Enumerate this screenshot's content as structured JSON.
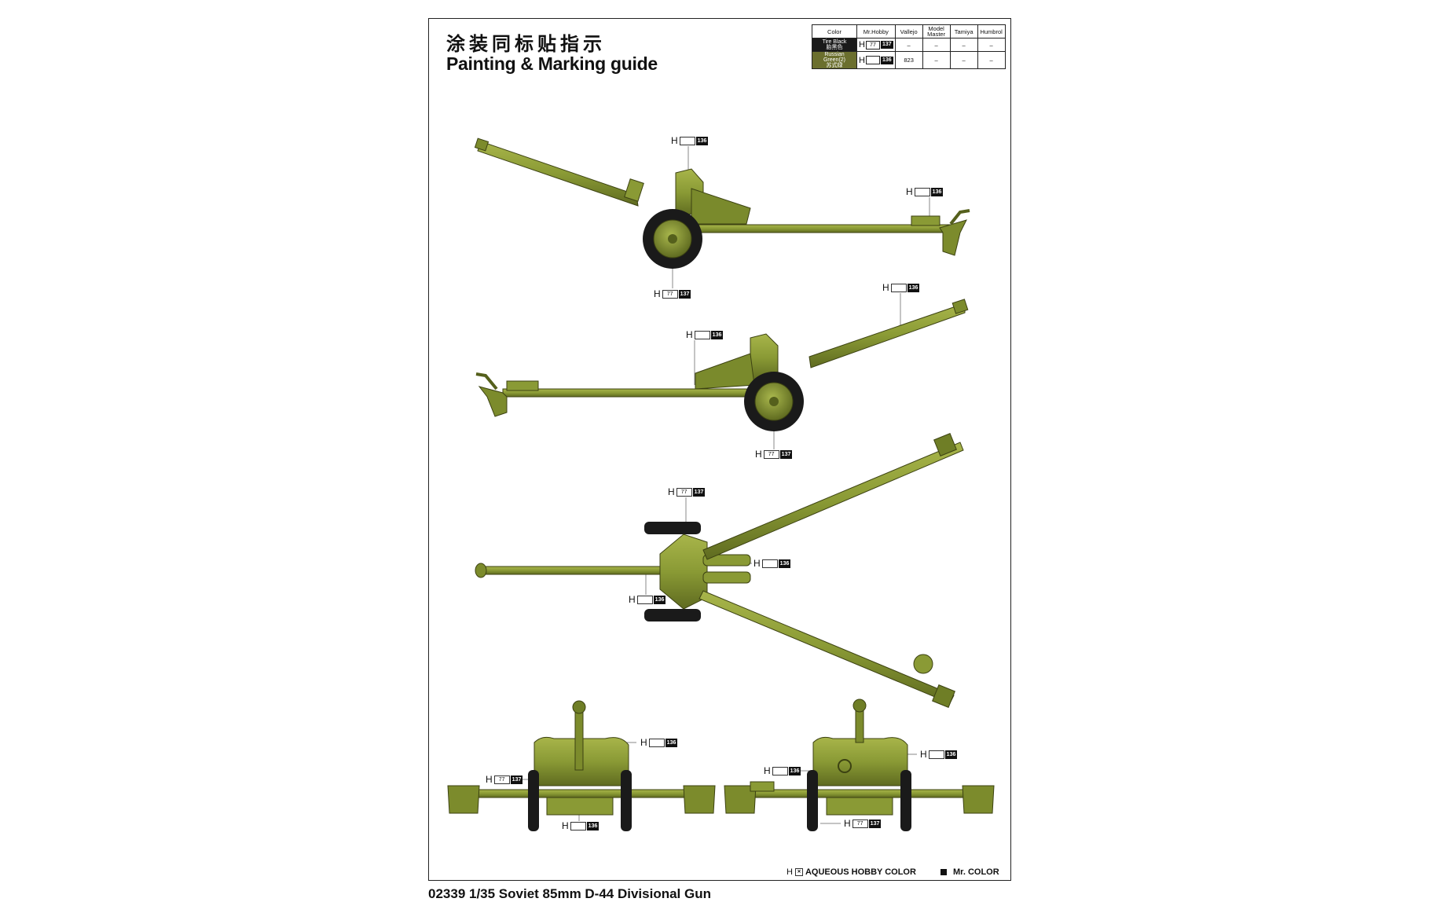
{
  "header": {
    "title_cn": "涂装同标贴指示",
    "title_en": "Painting & Marking guide"
  },
  "color_table": {
    "headers": [
      "Color",
      "Mr.Hobby",
      "Vallejo",
      "Model Master",
      "Tamiya",
      "Humbrol"
    ],
    "rows": [
      {
        "name_en": "Tire Black",
        "name_cn": "胎黑色",
        "swatch": "#1a1a1a",
        "h_prefix": "H",
        "aqueous": "77",
        "mr_color": "137",
        "vallejo": "–",
        "model_master": "–",
        "tamiya": "–",
        "humbrol": "–"
      },
      {
        "name_en": "Russian Green(2)",
        "name_cn": "苏式绿",
        "swatch": "#6b6f2e",
        "h_prefix": "H",
        "aqueous": "",
        "mr_color": "136",
        "vallejo": "823",
        "model_master": "–",
        "tamiya": "–",
        "humbrol": "–"
      }
    ]
  },
  "views": {
    "side_left": {
      "callouts": [
        {
          "h": "H",
          "aqueous": "",
          "mr": "136"
        },
        {
          "h": "H",
          "aqueous": "",
          "mr": "136"
        },
        {
          "h": "H",
          "aqueous": "77",
          "mr": "137"
        }
      ]
    },
    "side_right": {
      "callouts": [
        {
          "h": "H",
          "aqueous": "",
          "mr": "136"
        },
        {
          "h": "H",
          "aqueous": "",
          "mr": "136"
        },
        {
          "h": "H",
          "aqueous": "77",
          "mr": "137"
        }
      ]
    },
    "top": {
      "callouts": [
        {
          "h": "H",
          "aqueous": "77",
          "mr": "137"
        },
        {
          "h": "H",
          "aqueous": "",
          "mr": "136"
        },
        {
          "h": "H",
          "aqueous": "",
          "mr": "136"
        }
      ]
    },
    "front": {
      "callouts": [
        {
          "h": "H",
          "aqueous": "",
          "mr": "136"
        },
        {
          "h": "H",
          "aqueous": "77",
          "mr": "137"
        },
        {
          "h": "H",
          "aqueous": "",
          "mr": "136"
        }
      ]
    },
    "rear": {
      "callouts": [
        {
          "h": "H",
          "aqueous": "",
          "mr": "136"
        },
        {
          "h": "H",
          "aqueous": "",
          "mr": "136"
        },
        {
          "h": "H",
          "aqueous": "77",
          "mr": "137"
        }
      ]
    }
  },
  "legend": {
    "aqueous_prefix": "H",
    "aqueous_label": "AQUEOUS HOBBY COLOR",
    "mr_label": "Mr. COLOR"
  },
  "footer": {
    "product_title": "02339 1/35 Soviet 85mm D-44 Divisional Gun"
  },
  "colors": {
    "gun_green": "#8a9a35",
    "gun_green_dark": "#55601c",
    "tire_black": "#1a1a1a",
    "frame": "#222222"
  }
}
